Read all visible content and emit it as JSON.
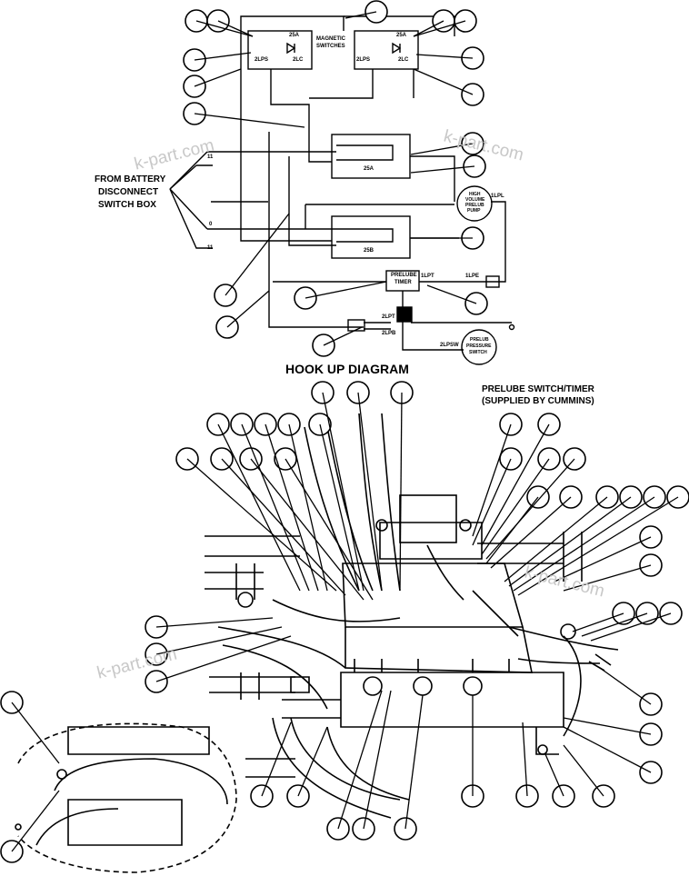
{
  "schematic": {
    "switch_box_label": [
      "FROM BATTERY",
      "DISCONNECT",
      "SWITCH BOX"
    ],
    "magnetic_switches_label": [
      "MAGNETIC",
      "SWITCHES"
    ],
    "prelube_timer_label": [
      "PRELUBE",
      "TIMER"
    ],
    "high_volume_pump_label": [
      "HIGH",
      "VOLUME",
      "PRELUB",
      "PUMP"
    ],
    "pressure_switch_label": [
      "PRELUB",
      "PRESSURE",
      "SWITCH"
    ],
    "wire_labels": {
      "w_11": "11",
      "w_0": "0",
      "w_25a": "25A",
      "w_25b": "25B",
      "w_2lps": "2LPS",
      "w_2lc": "2LC",
      "w_1lpl": "1LPL",
      "w_2lpt": "2LPT",
      "w_2lpb": "2LPB",
      "w_2lpsw": "2LPSW",
      "w_1lpe": "1LPE",
      "w_1lpt": "1LPT"
    }
  },
  "hookup": {
    "title": "HOOK UP DIAGRAM",
    "prelube_callout": [
      "PRELUBE SWITCH/TIMER",
      "(SUPPLIED BY CUMMINS)"
    ]
  },
  "watermark": "k-part.com",
  "colors": {
    "line": "#000000",
    "background": "#ffffff",
    "watermark": "#c8c8c8"
  }
}
